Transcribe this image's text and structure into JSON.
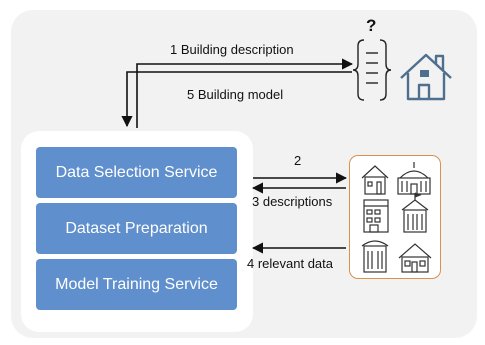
{
  "diagram": {
    "labels": {
      "step1": "1 Building description",
      "step5": "5 Building model",
      "step2": "2",
      "step3": "3 descriptions",
      "step4": "4 relevant data",
      "unknown": "?"
    },
    "services": [
      {
        "label": "Data Selection Service"
      },
      {
        "label": "Dataset Preparation"
      },
      {
        "label": "Model Training Service"
      }
    ],
    "icons": {
      "house": "house-icon",
      "spec_list": "spec-list-icon",
      "building_set": "building-collection-icon"
    },
    "colors": {
      "service_box": "#5f8fcc",
      "house_icon": "#4f6f8f",
      "building_border": "#d9914f",
      "panel_bg": "#f2f2f2"
    }
  }
}
